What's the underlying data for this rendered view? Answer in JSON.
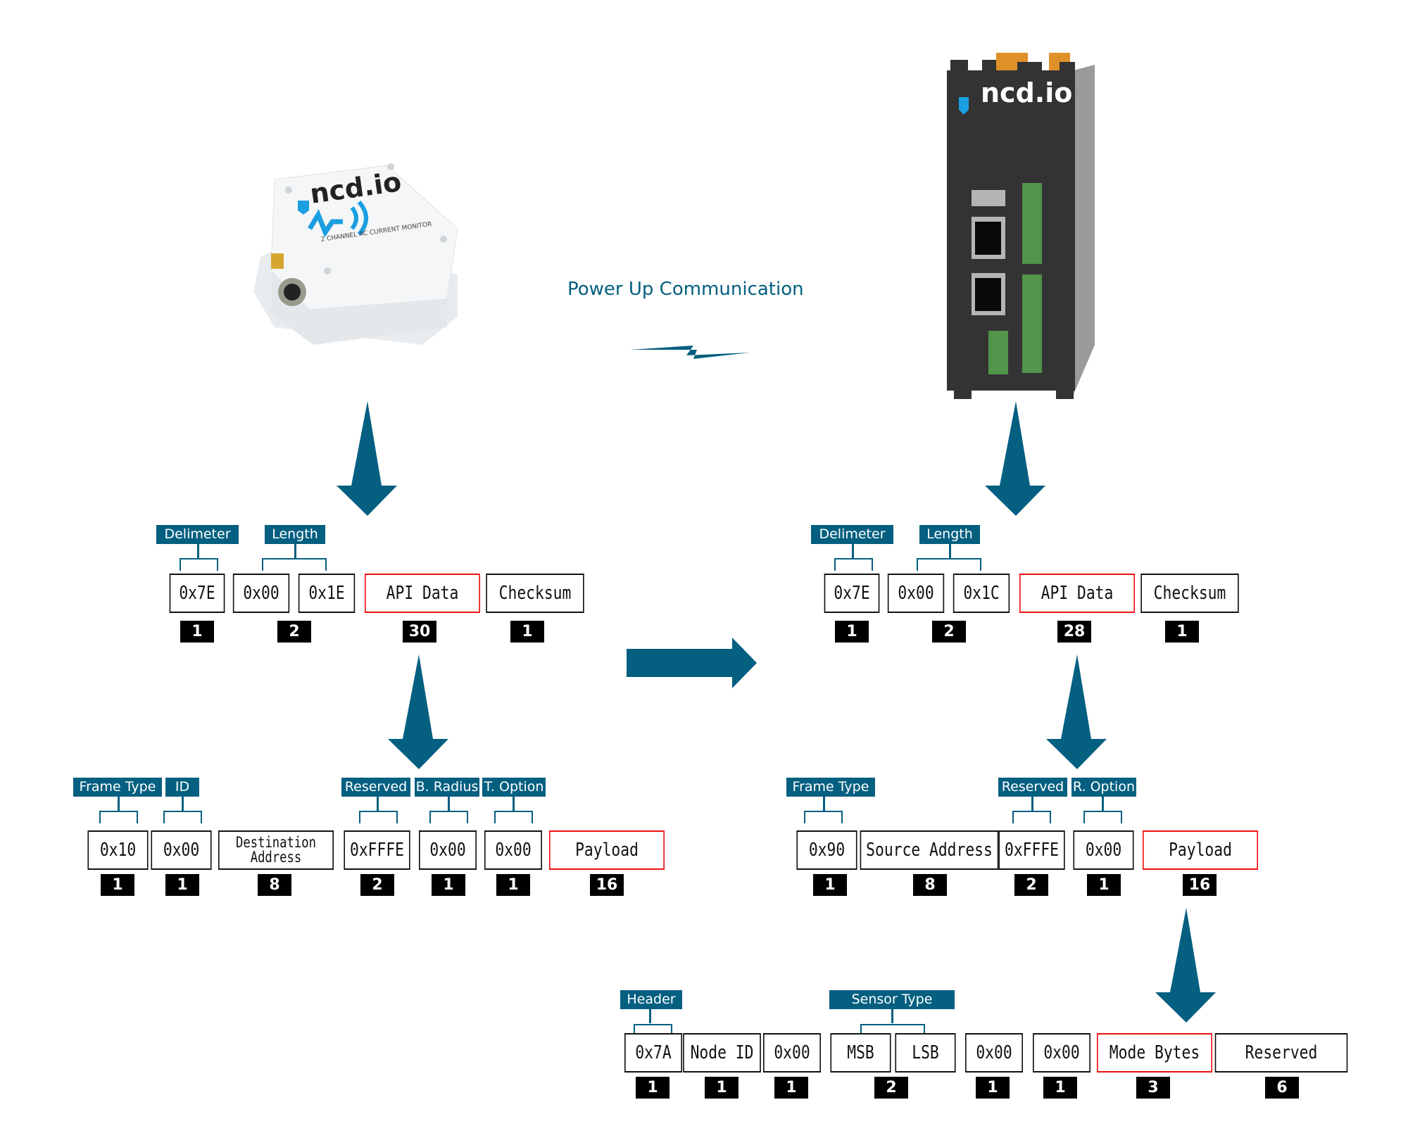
{
  "colors": {
    "accent": "#045f80",
    "highlight_border": "#e11111",
    "size_badge": "#000000",
    "router_body": "#333333",
    "router_side": "#999999",
    "terminal_green": "#52944a",
    "connector_orange": "#e09028"
  },
  "title": "Power Up Communication",
  "sensor": {
    "brand": "ncd.io",
    "label": "2 CHANNEL AC CURRENT MONITOR"
  },
  "gateway": {
    "brand": "ncd.io"
  },
  "tx_frame": {
    "tags": [
      "Delimeter",
      "Length"
    ],
    "fields": [
      {
        "value": "0x7E",
        "size": "1"
      },
      {
        "value": "0x00"
      },
      {
        "value": "0x1E",
        "size": "2"
      },
      {
        "value": "API Data",
        "size": "30",
        "highlight": true
      },
      {
        "value": "Checksum",
        "size": "1"
      }
    ]
  },
  "rx_frame": {
    "tags": [
      "Delimeter",
      "Length"
    ],
    "fields": [
      {
        "value": "0x7E",
        "size": "1"
      },
      {
        "value": "0x00"
      },
      {
        "value": "0x1C",
        "size": "2"
      },
      {
        "value": "API Data",
        "size": "28",
        "highlight": true
      },
      {
        "value": "Checksum",
        "size": "1"
      }
    ]
  },
  "tx_api": {
    "tags": [
      "Frame Type",
      "ID",
      "Reserved",
      "B. Radius",
      "T. Option"
    ],
    "fields": [
      {
        "value": "0x10",
        "size": "1"
      },
      {
        "value": "0x00",
        "size": "1"
      },
      {
        "value": "Destination Address",
        "size": "8"
      },
      {
        "value": "0xFFFE",
        "size": "2"
      },
      {
        "value": "0x00",
        "size": "1"
      },
      {
        "value": "0x00",
        "size": "1"
      },
      {
        "value": "Payload",
        "size": "16",
        "highlight": true
      }
    ]
  },
  "rx_api": {
    "tags": [
      "Frame Type",
      "Reserved",
      "R. Option"
    ],
    "fields": [
      {
        "value": "0x90",
        "size": "1"
      },
      {
        "value": "Source Address",
        "size": "8"
      },
      {
        "value": "0xFFFE",
        "size": "2"
      },
      {
        "value": "0x00",
        "size": "1"
      },
      {
        "value": "Payload",
        "size": "16",
        "highlight": true
      }
    ]
  },
  "payload": {
    "tags": [
      "Header",
      "Sensor Type"
    ],
    "fields": [
      {
        "value": "0x7A",
        "size": "1"
      },
      {
        "value": "Node ID",
        "size": "1"
      },
      {
        "value": "0x00",
        "size": "1"
      },
      {
        "value": "MSB"
      },
      {
        "value": "LSB",
        "size": "2"
      },
      {
        "value": "0x00",
        "size": "1"
      },
      {
        "value": "0x00",
        "size": "1"
      },
      {
        "value": "Mode Bytes",
        "size": "3",
        "highlight": true
      },
      {
        "value": "Reserved",
        "size": "6"
      }
    ]
  }
}
